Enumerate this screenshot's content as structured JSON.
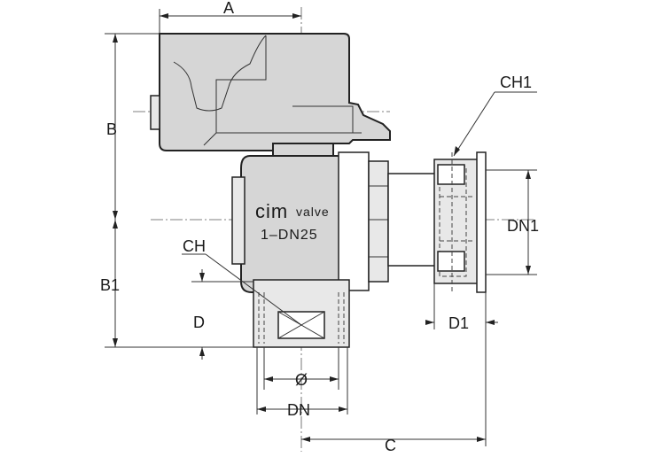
{
  "dimension_labels": {
    "A": "A",
    "B": "B",
    "B1": "B1",
    "C": "C",
    "CH": "CH",
    "CH1": "CH1",
    "D": "D",
    "D1": "D1",
    "DN": "DN",
    "DN1": "DN1",
    "diameter": "Ø"
  },
  "valve_marking": {
    "brand": "cim",
    "brand_suffix": "valve",
    "model": "1–DN25"
  }
}
